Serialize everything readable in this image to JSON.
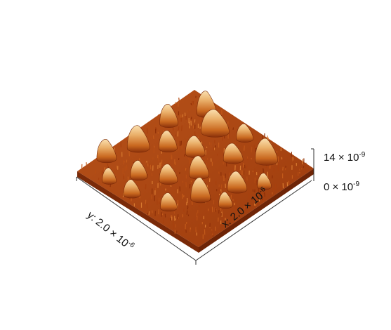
{
  "labels": {
    "x": {
      "prefix": "x: 2.0 × 10",
      "exp": "-6"
    },
    "y": {
      "prefix": "y: 2.0 × 10",
      "exp": "-6"
    },
    "z_max": {
      "prefix": "14 × 10",
      "exp": "-9"
    },
    "z_min": {
      "prefix": "0 × 10",
      "exp": "-9"
    }
  },
  "colors": {
    "peak": "#f8d39a",
    "mid": "#d06a1e",
    "base": "#a63a0a",
    "shadow": "#6a2406",
    "axis": "#333333"
  }
}
